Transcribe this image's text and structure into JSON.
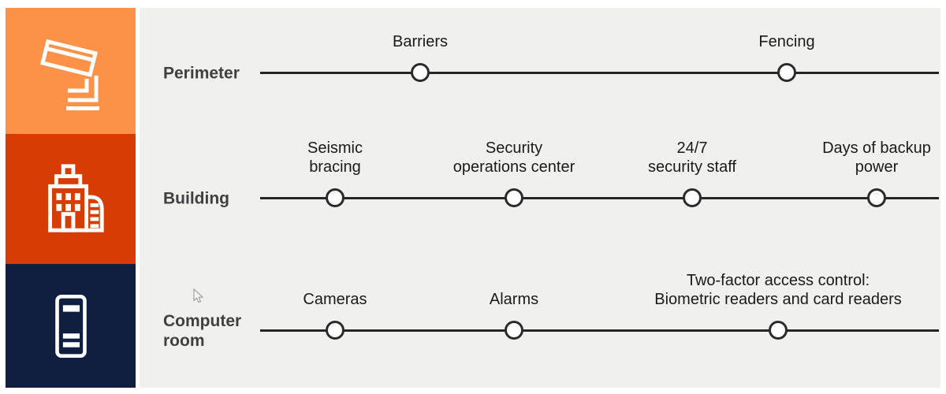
{
  "diagram": {
    "rows": [
      {
        "label": "Perimeter",
        "nodes": [
          {
            "label": "Barriers"
          },
          {
            "label": "Fencing"
          }
        ]
      },
      {
        "label": "Building",
        "nodes": [
          {
            "label": "Seismic\nbracing"
          },
          {
            "label": "Security\noperations center"
          },
          {
            "label": "24/7\nsecurity staff"
          },
          {
            "label": "Days of backup\npower"
          }
        ]
      },
      {
        "label": "Computer\nroom",
        "nodes": [
          {
            "label": "Cameras"
          },
          {
            "label": "Alarms"
          },
          {
            "label": "Two-factor access control:\nBiometric readers and card readers"
          }
        ]
      }
    ],
    "icons": [
      {
        "name": "security-camera-icon",
        "tile_color": "#fb9248"
      },
      {
        "name": "building-icon",
        "tile_color": "#d63c04"
      },
      {
        "name": "server-icon",
        "tile_color": "#101f40"
      }
    ],
    "colors": {
      "panel_background": "#f0f0ef",
      "line": "#262626",
      "row_label_text": "#404040",
      "node_label_text": "#1a1a1a",
      "node_fill": "#fdfdfd",
      "node_stroke": "#2b2b2b"
    },
    "cursor": "arrow"
  }
}
